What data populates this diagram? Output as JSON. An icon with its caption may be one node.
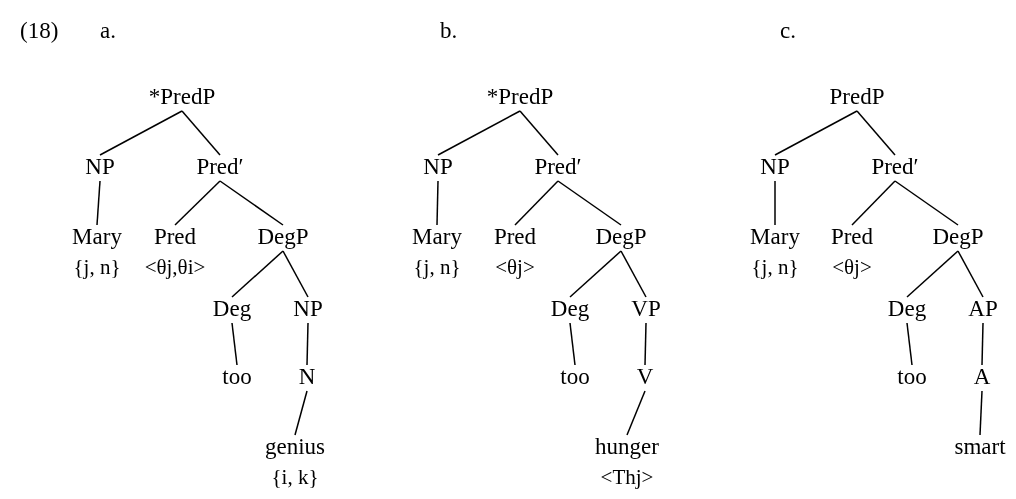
{
  "diagram": {
    "nodes": [
      {
        "text": [
          "*PredP"
        ]
      },
      {
        "text": [
          "NP"
        ]
      },
      {
        "text": [
          "Pred′"
        ]
      },
      {
        "text": [
          "Mary"
        ],
        "beside": [
          "{j, n}"
        ]
      },
      {
        "text": [
          "Pred"
        ],
        "beside": [
          "<θj,θi>"
        ]
      },
      {
        "text": [
          "DegP"
        ]
      },
      {
        "text": [
          "Deg"
        ]
      },
      {
        "text": [
          "NP"
        ]
      },
      {
        "text": [
          "too"
        ]
      },
      {
        "text": [
          "N"
        ]
      },
      {
        "text": [
          "genius"
        ],
        "beside": [
          "{i, k}"
        ]
      },
      {
        "text": [
          "*PredP"
        ]
      },
      {
        "text": [
          "NP"
        ]
      },
      {
        "text": [
          "Pred′"
        ]
      },
      {
        "text": [
          "Mary"
        ],
        "beside": [
          "{j, n}"
        ]
      },
      {
        "text": [
          "Pred"
        ],
        "beside": [
          "<θj>"
        ]
      },
      {
        "text": [
          "DegP"
        ]
      },
      {
        "text": [
          "Deg"
        ]
      },
      {
        "text": [
          "VP"
        ]
      },
      {
        "text": [
          "too"
        ]
      },
      {
        "text": [
          "V"
        ]
      },
      {
        "text": [
          "hunger"
        ],
        "beside": [
          "<Thj>"
        ]
      },
      {
        "text": [
          "PredP"
        ]
      },
      {
        "text": [
          "NP"
        ]
      },
      {
        "text": [
          "Pred′"
        ]
      },
      {
        "text": [
          "Mary"
        ],
        "beside": [
          "{j, n}"
        ]
      },
      {
        "text": [
          "Pred"
        ],
        "beside": [
          "<θj>"
        ]
      },
      {
        "text": [
          "DegP"
        ]
      },
      {
        "text": [
          "Deg"
        ]
      },
      {
        "text": [
          "AP"
        ]
      },
      {
        "text": [
          "too"
        ]
      },
      {
        "text": [
          "A"
        ]
      },
      {
        "text": [
          "smart"
        ]
      }
    ],
    "edges": [
      {
        "from": 0,
        "to": 1,
        "arrow": "none"
      },
      {
        "from": 0,
        "to": 2,
        "arrow": "none"
      },
      {
        "from": 1,
        "to": 3,
        "arrow": "none"
      },
      {
        "from": 2,
        "to": 4,
        "arrow": "none"
      },
      {
        "from": 2,
        "to": 5,
        "arrow": "none"
      },
      {
        "from": 5,
        "to": 6,
        "arrow": "none"
      },
      {
        "from": 5,
        "to": 7,
        "arrow": "none"
      },
      {
        "from": 6,
        "to": 8,
        "arrow": "none"
      },
      {
        "from": 7,
        "to": 9,
        "arrow": "none"
      },
      {
        "from": 9,
        "to": 10,
        "arrow": "none"
      },
      {
        "from": 11,
        "to": 12,
        "arrow": "none"
      },
      {
        "from": 11,
        "to": 13,
        "arrow": "none"
      },
      {
        "from": 12,
        "to": 14,
        "arrow": "none"
      },
      {
        "from": 13,
        "to": 15,
        "arrow": "none"
      },
      {
        "from": 13,
        "to": 16,
        "arrow": "none"
      },
      {
        "from": 16,
        "to": 17,
        "arrow": "none"
      },
      {
        "from": 16,
        "to": 18,
        "arrow": "none"
      },
      {
        "from": 17,
        "to": 19,
        "arrow": "none"
      },
      {
        "from": 18,
        "to": 20,
        "arrow": "none"
      },
      {
        "from": 20,
        "to": 21,
        "arrow": "none"
      },
      {
        "from": 22,
        "to": 23,
        "arrow": "none"
      },
      {
        "from": 22,
        "to": 24,
        "arrow": "none"
      },
      {
        "from": 23,
        "to": 25,
        "arrow": "none"
      },
      {
        "from": 24,
        "to": 26,
        "arrow": "none"
      },
      {
        "from": 24,
        "to": 27,
        "arrow": "none"
      },
      {
        "from": 27,
        "to": 28,
        "arrow": "none"
      },
      {
        "from": 27,
        "to": 29,
        "arrow": "none"
      },
      {
        "from": 28,
        "to": 30,
        "arrow": "none"
      },
      {
        "from": 29,
        "to": 31,
        "arrow": "none"
      },
      {
        "from": 31,
        "to": 32,
        "arrow": "none"
      }
    ],
    "labels": [
      "(18)",
      "a.",
      "b.",
      "c."
    ]
  }
}
